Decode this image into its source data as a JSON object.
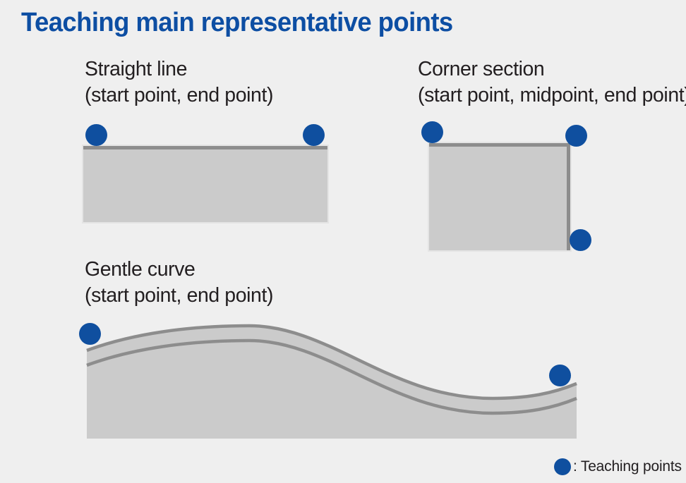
{
  "title": "Teaching main representative points",
  "colors": {
    "background": "#efefef",
    "title_blue": "#0d4ea3",
    "teaching_point_blue": "#0f4f9f",
    "shape_fill_gray": "#cbcbcb",
    "taught_edge_gray": "#8d8d8d",
    "label_text": "#221e20"
  },
  "sections": [
    {
      "id": "straight-line",
      "label": "Straight line",
      "sublabel": "(start point, end point)"
    },
    {
      "id": "corner-section",
      "label": "Corner section",
      "sublabel": "(start point, midpoint, end point)"
    },
    {
      "id": "gentle-curve",
      "label": "Gentle curve",
      "sublabel": "(start point, end point)"
    }
  ],
  "legend": {
    "label": ": Teaching points"
  }
}
